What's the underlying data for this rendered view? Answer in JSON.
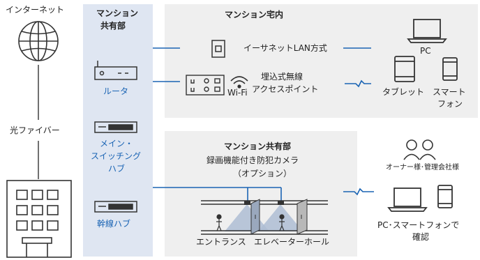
{
  "labels": {
    "internet": "インターネット",
    "fiber": "光ファイバー",
    "shared_area_line1": "マンション",
    "shared_area_line2": "共有部",
    "router": "ルータ",
    "main_switch_line1": "メイン・",
    "main_switch_line2": "スイッチング",
    "main_switch_line3": "ハブ",
    "trunk_hub": "幹線ハブ",
    "unit_interior": "マンション宅内",
    "ethernet_lan": "イーサネットLAN方式",
    "wifi_line1": "埋込式無線",
    "wifi_line2": "アクセスポイント",
    "wifi_mark": "Wi-Fi",
    "pc": "PC",
    "tablet": "タブレット",
    "smartphone_line1": "スマート",
    "smartphone_line2": "フォン",
    "common_area": "マンション共有部",
    "camera_line1": "録画機能付き防犯カメラ",
    "camera_line2": "（オプション）",
    "entrance": "エントランス",
    "elevator_hall": "エレベーターホール",
    "owner_admin": "オーナー様･管理会社様",
    "confirm_line1": "PC･スマートフォンで",
    "confirm_line2": "確認"
  },
  "colors": {
    "accent_blue": "#1a64b4",
    "panel_blue": "#dfe6f2",
    "panel_gray": "#efefef",
    "icon_stroke": "#333333",
    "camera_cone": "#aebdd4"
  }
}
